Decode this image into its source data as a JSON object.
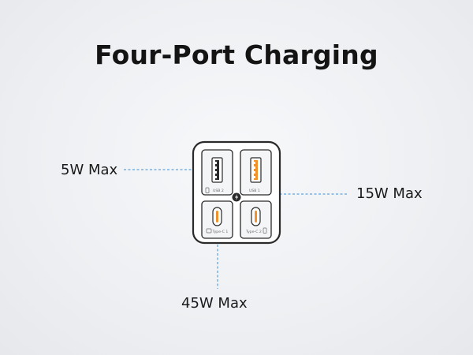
{
  "title": "Four-Port Charging",
  "callouts": {
    "usb2_power": "5W Max",
    "usb1_power": "15W Max",
    "typec_power": "45W Max"
  },
  "ports": {
    "usb2": "USB 2",
    "usb1": "USB 1",
    "typec1": "Type-C 1",
    "typec2": "Type-C 2"
  },
  "colors": {
    "accent_orange": "#f0922b",
    "callout_line": "#3b8fd6",
    "outline": "#2a2a2a"
  },
  "icons": {
    "center_logo": "lightning-logo-icon",
    "left_small": "phone-icon",
    "right_small": "phone-icon"
  }
}
